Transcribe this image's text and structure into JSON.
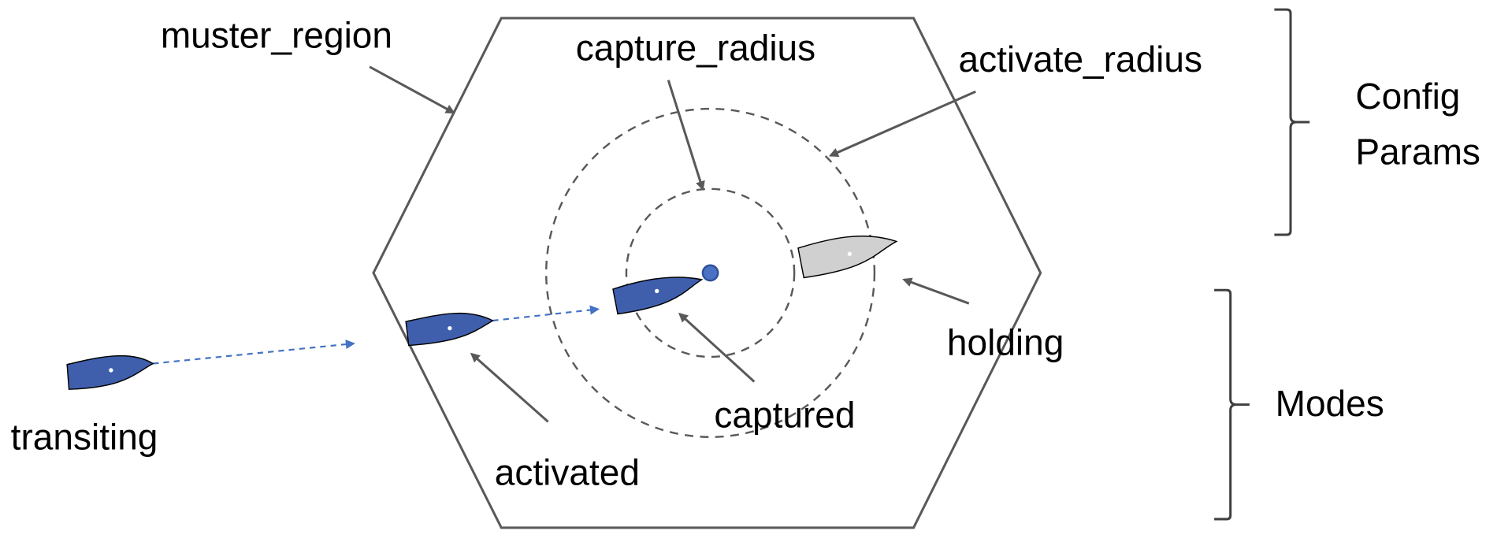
{
  "diagram": {
    "title": "Muster behavior configuration and modes",
    "colors": {
      "outline": "#595959",
      "active_vessel": "#3f5fad",
      "holding_vessel": "#d0d0d0",
      "path": "#4472c4",
      "center_marker": "#4a72c4"
    },
    "labels": {
      "muster_region": "muster_region",
      "capture_radius": "capture_radius",
      "activate_radius": "activate_radius",
      "transiting": "transiting",
      "activated": "activated",
      "captured": "captured",
      "holding": "holding"
    },
    "groups": {
      "config_line1": "Config",
      "config_line2": "Params",
      "modes": "Modes"
    },
    "config_params": [
      "muster_region",
      "capture_radius",
      "activate_radius"
    ],
    "modes": [
      "transiting",
      "activated",
      "captured",
      "holding"
    ],
    "icons": {
      "vessel": "boat-hull-icon",
      "center": "muster-point-icon"
    }
  }
}
